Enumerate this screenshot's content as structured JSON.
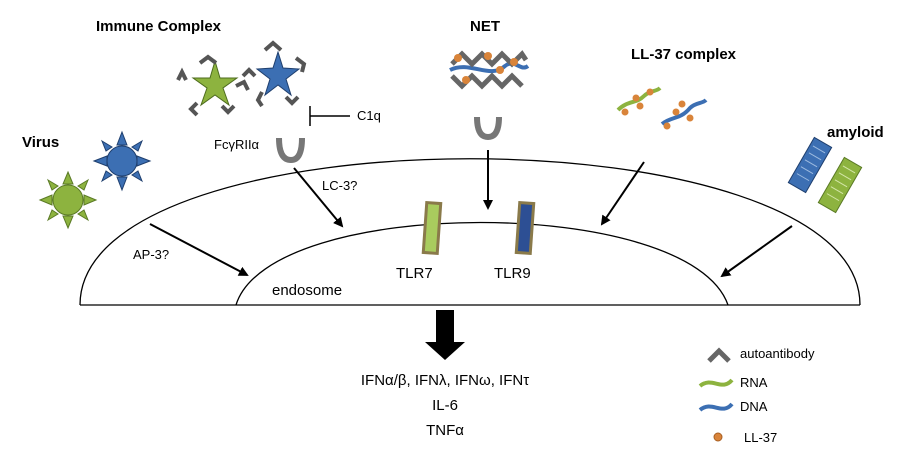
{
  "labels": {
    "immune_complex": "Immune Complex",
    "net": "NET",
    "ll37_complex": "LL-37 complex",
    "virus": "Virus",
    "amyloid": "amyloid",
    "c1q": "C1q",
    "fcgriia": "FcγRIIα",
    "lc3": "LC-3?",
    "ap3": "AP-3?",
    "endosome": "endosome",
    "tlr7": "TLR7",
    "tlr9": "TLR9"
  },
  "outputs": {
    "line1": "IFNα/β, IFNλ, IFNω, IFNτ",
    "line2": "IL-6",
    "line3": "TNFα"
  },
  "legend": {
    "autoantibody": "autoantibody",
    "rna": "RNA",
    "dna": "DNA",
    "ll37": "LL-37"
  },
  "colors": {
    "green": "#8db33f",
    "blue": "#3c6fb3",
    "gray": "#808080",
    "orange": "#d9843a"
  }
}
